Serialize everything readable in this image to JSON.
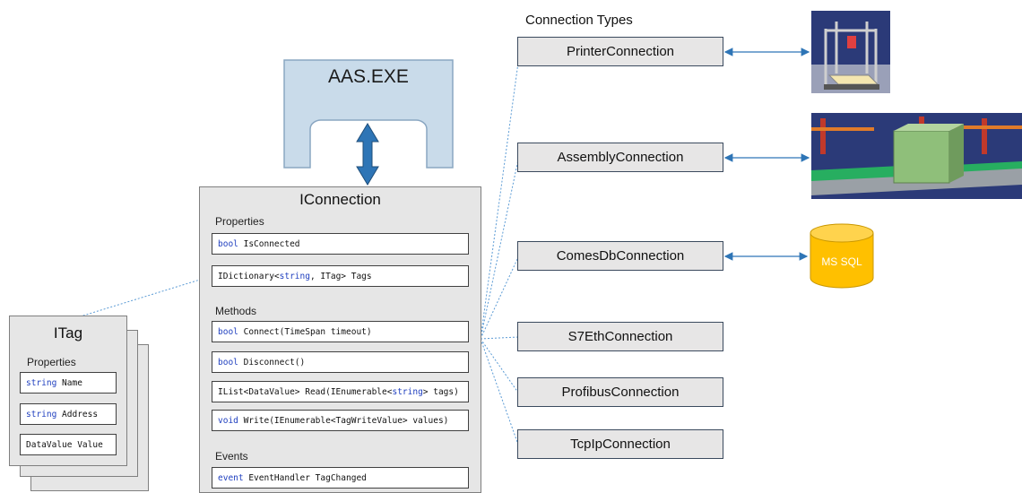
{
  "aas": {
    "label": "AAS.EXE"
  },
  "connection_types": {
    "title": "Connection Types",
    "items": [
      "PrinterConnection",
      "AssemblyConnection",
      "ComesDbConnection",
      "S7EthConnection",
      "ProfibusConnection",
      "TcpIpConnection"
    ]
  },
  "iconnection": {
    "title": "IConnection",
    "properties_label": "Properties",
    "properties": [
      {
        "kw": "bool",
        "rest": " IsConnected"
      },
      {
        "pre": "IDictionary<",
        "kw": "string",
        "rest": ", ITag> Tags"
      }
    ],
    "methods_label": "Methods",
    "methods": [
      {
        "kw": "bool",
        "rest": " Connect(TimeSpan timeout)"
      },
      {
        "kw": "bool",
        "rest": " Disconnect()"
      },
      {
        "pre": "IList<DataValue> Read(IEnumerable<",
        "kw": "string",
        "rest": "> tags)"
      },
      {
        "kw": "void",
        "rest": " Write(IEnumerable<TagWriteValue> values)"
      }
    ],
    "events_label": "Events",
    "events": [
      {
        "kw": "event",
        "rest": " EventHandler TagChanged"
      }
    ]
  },
  "itag": {
    "title": "ITag",
    "properties_label": "Properties",
    "properties": [
      {
        "kw": "string",
        "rest": " Name"
      },
      {
        "kw": "string",
        "rest": " Address"
      },
      {
        "pre": "DataValue Value"
      }
    ]
  },
  "database": {
    "label": "MS SQL"
  },
  "colors": {
    "arrow_blue": "#2e75b6",
    "keyword_blue": "#1f3fbf",
    "db_yellow": "#ffc000"
  }
}
